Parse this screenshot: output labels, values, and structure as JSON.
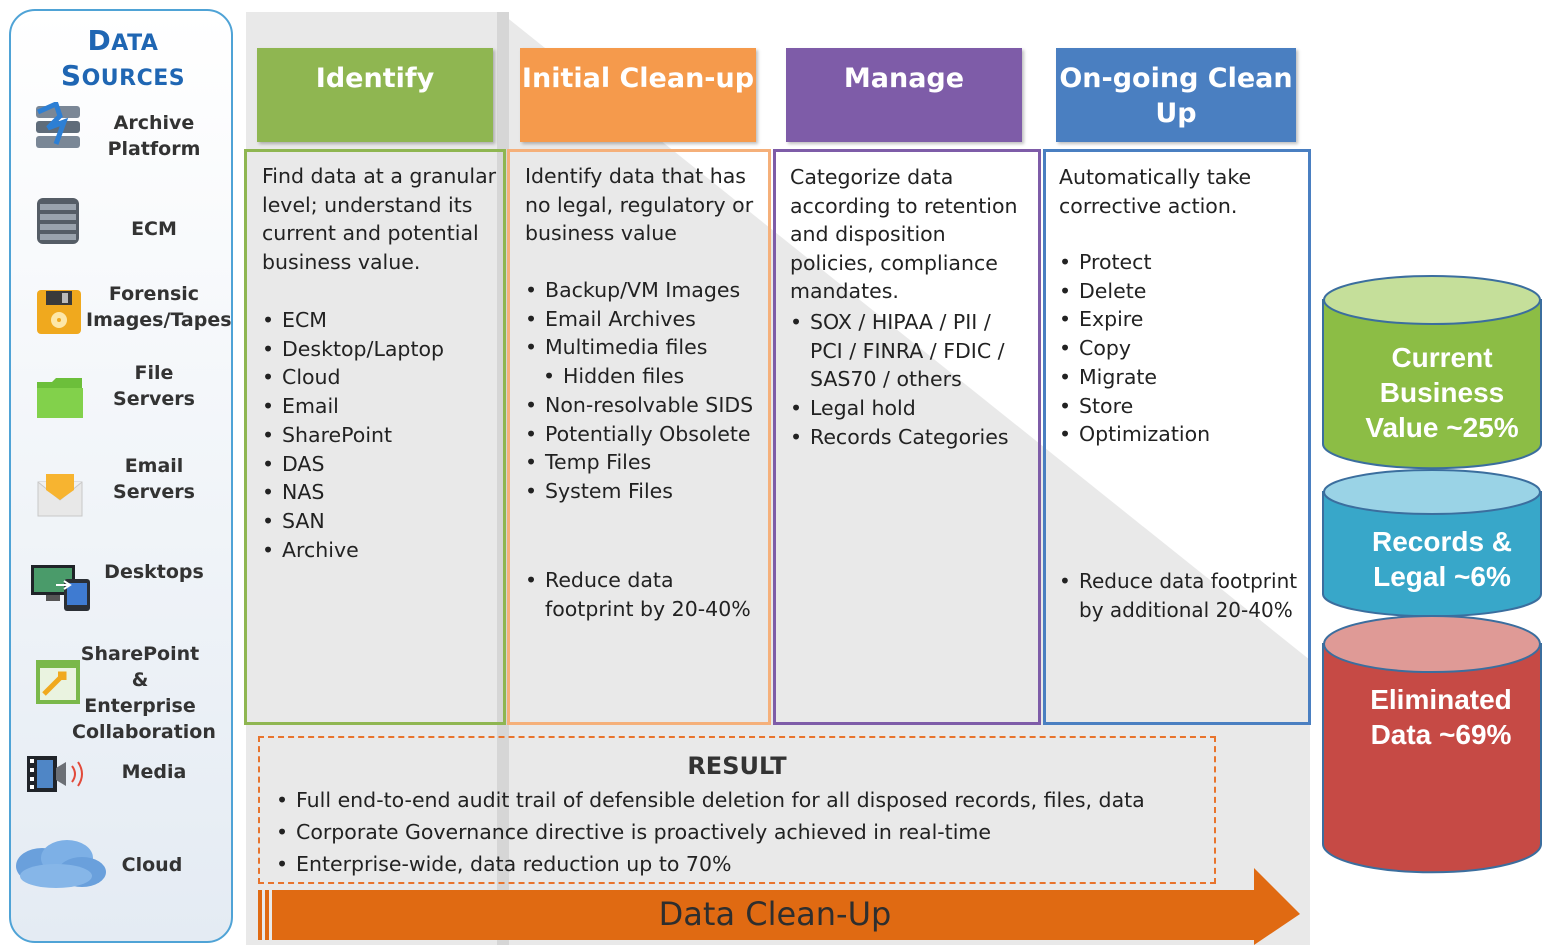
{
  "sidebar": {
    "title_line1_first": "D",
    "title_line1_rest": "ATA",
    "title_line2_first": "S",
    "title_line2_rest": "OURCES",
    "items": [
      {
        "label": "Archive\nPlatform",
        "icon": "server-stack-icon"
      },
      {
        "label": "ECM",
        "icon": "server-icon"
      },
      {
        "label": "Forensic\nImages/Tapes",
        "icon": "floppy-disk-icon"
      },
      {
        "label": "File\nServers",
        "icon": "folder-icon"
      },
      {
        "label": "Email\nServers",
        "icon": "envelope-icon"
      },
      {
        "label": "Desktops",
        "icon": "desktop-transfer-icon"
      },
      {
        "label": "SharePoint &\nEnterprise\nCollaboration",
        "icon": "collaboration-icon"
      },
      {
        "label": "Media",
        "icon": "media-film-icon"
      },
      {
        "label": "Cloud",
        "icon": "cloud-icon"
      }
    ]
  },
  "stages": [
    {
      "header": "Identify",
      "color": "#8fb651",
      "description": "Find data at a granular level; understand its current and potential business value.",
      "bullets": [
        "ECM",
        "Desktop/Laptop",
        "Cloud",
        "Email",
        "SharePoint",
        "DAS",
        "NAS",
        "SAN",
        "Archive"
      ]
    },
    {
      "header": "Initial Clean-up",
      "color": "#f59a4c",
      "description": "Identify data that has no legal, regulatory or business value",
      "bullets": [
        "Backup/VM Images",
        "Email Archives",
        "Multimedia files",
        "Hidden files",
        "Non-resolvable SIDS",
        "Potentially Obsolete",
        "Temp Files",
        "System Files"
      ],
      "footnote": "Reduce data footprint by 20-40%"
    },
    {
      "header": "Manage",
      "color": "#7e5ca8",
      "description": "Categorize data according to retention and disposition policies, compliance mandates.",
      "bullets": [
        "SOX / HIPAA / PII / PCI / FINRA / FDIC / SAS70 / others",
        "Legal hold",
        "Records Categories"
      ]
    },
    {
      "header": "On-going Clean Up",
      "color": "#4a7fc1",
      "description": "Automatically  take corrective action.",
      "bullets": [
        "Protect",
        "Delete",
        "Expire",
        "Copy",
        "Migrate",
        "Store",
        "Optimization"
      ],
      "footnote": "Reduce data footprint by additional 20-40%"
    }
  ],
  "result": {
    "title": "RESULT",
    "bullets": [
      "Full end-to-end audit trail of defensible deletion for all disposed records, files, data",
      "Corporate Governance directive is proactively achieved in real-time",
      "Enterprise-wide, data reduction up to 70%"
    ]
  },
  "arrow": {
    "label": "Data Clean-Up",
    "color": "#e06a12"
  },
  "cylinders": [
    {
      "label": "Current Business Value ~25%",
      "color": "#8cbd45"
    },
    {
      "label": "Records & Legal ~6%",
      "color": "#38a7c9"
    },
    {
      "label": "Eliminated Data ~69%",
      "color": "#c64a45"
    }
  ]
}
